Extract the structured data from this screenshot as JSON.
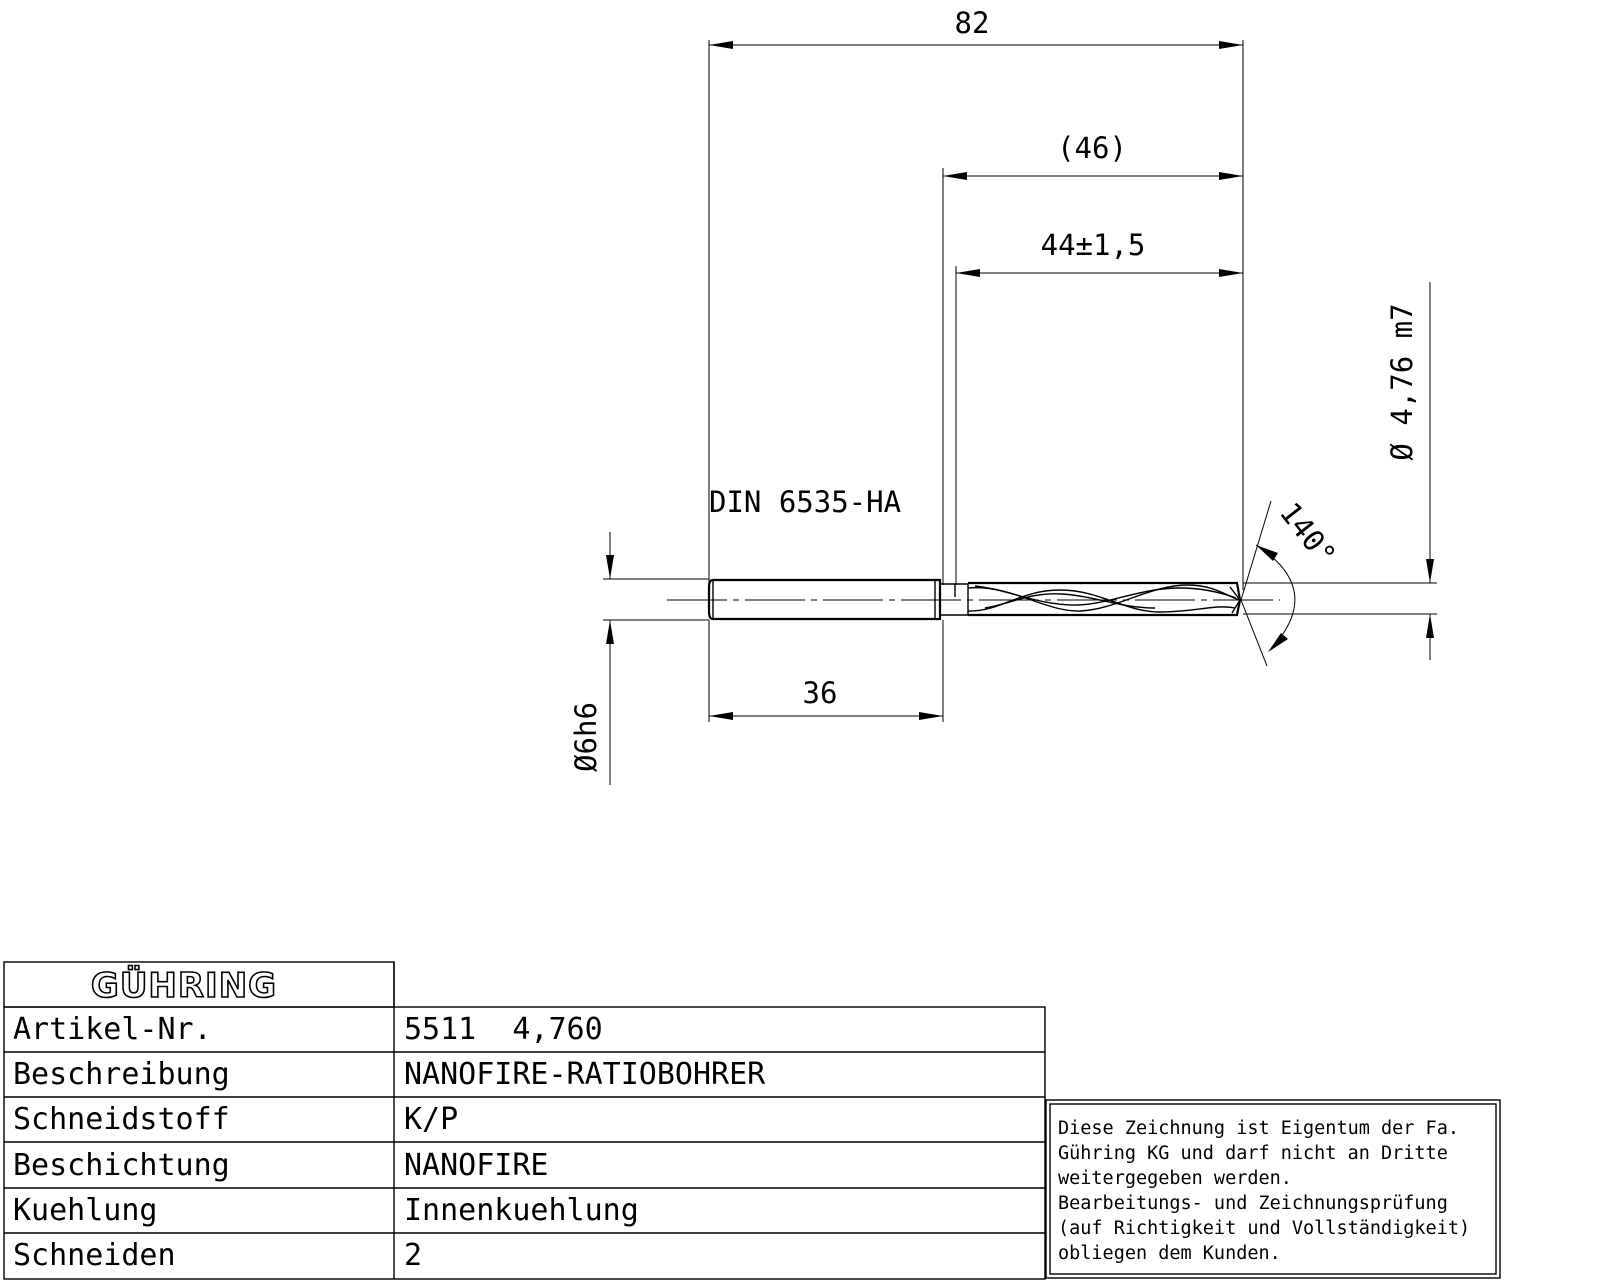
{
  "drawing": {
    "dims": {
      "overall_length": "82",
      "flute_ref": "(46)",
      "flute_length": "44±1,5",
      "shank_length": "36",
      "tip_diameter": "Ø 4,76 m7",
      "shank_diameter": "Ø6h6",
      "point_angle": "140°"
    },
    "standard": "DIN 6535-HA"
  },
  "title_block": {
    "logo": "GÜHRING",
    "rows": [
      {
        "label": "Artikel-Nr.",
        "value": "5511  4,760"
      },
      {
        "label": "Beschreibung",
        "value": "NANOFIRE-RATIOBOHRER"
      },
      {
        "label": "Schneidstoff",
        "value": "K/P"
      },
      {
        "label": "Beschichtung",
        "value": "NANOFIRE"
      },
      {
        "label": "Kuehlung",
        "value": "Innenkuehlung"
      },
      {
        "label": "Schneiden",
        "value": "2"
      }
    ],
    "notice_lines": [
      "Diese Zeichnung ist Eigentum der Fa.",
      "Gühring KG und darf nicht an Dritte",
      "weitergegeben werden.",
      "Bearbeitungs- und Zeichnungsprüfung",
      "(auf Richtigkeit und Vollständigkeit)",
      "obliegen dem Kunden."
    ]
  }
}
